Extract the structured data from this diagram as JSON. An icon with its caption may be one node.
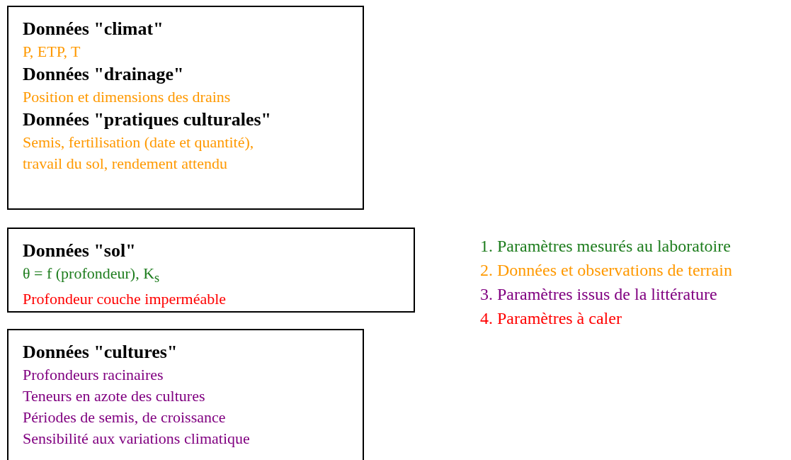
{
  "diagram": {
    "nodes": [
      {
        "text": [
          "Données \"climat\"",
          "P, ETP, T",
          "Données \"drainage\"",
          "Position et dimensions des drains",
          "Données \"pratiques culturales\"",
          "Semis, fertilisation (date et quantité), travail du sol, rendement attendu"
        ]
      },
      {
        "text": [
          "Données \"sol\"",
          "θ = f (profondeur), K$_{s}$",
          "Profondeur couche imperméable"
        ]
      },
      {
        "text": [
          "Données \"cultures\"",
          "Profondeurs racinaires",
          "Teneurs en azote des cultures",
          "Périodes de semis, de croissance",
          "Sensibilité aux variations climatique"
        ]
      }
    ],
    "legend": [
      {
        "text": "1. Paramètres mesurés au laboratoire",
        "color": "#1e7d1e"
      },
      {
        "text": "2. Données et observations de terrain",
        "color": "#ff9900"
      },
      {
        "text": "3. Paramètres issus de la littérature",
        "color": "#800080"
      },
      {
        "text": "4. Paramètres à caler",
        "color": "#ff0000"
      }
    ]
  }
}
